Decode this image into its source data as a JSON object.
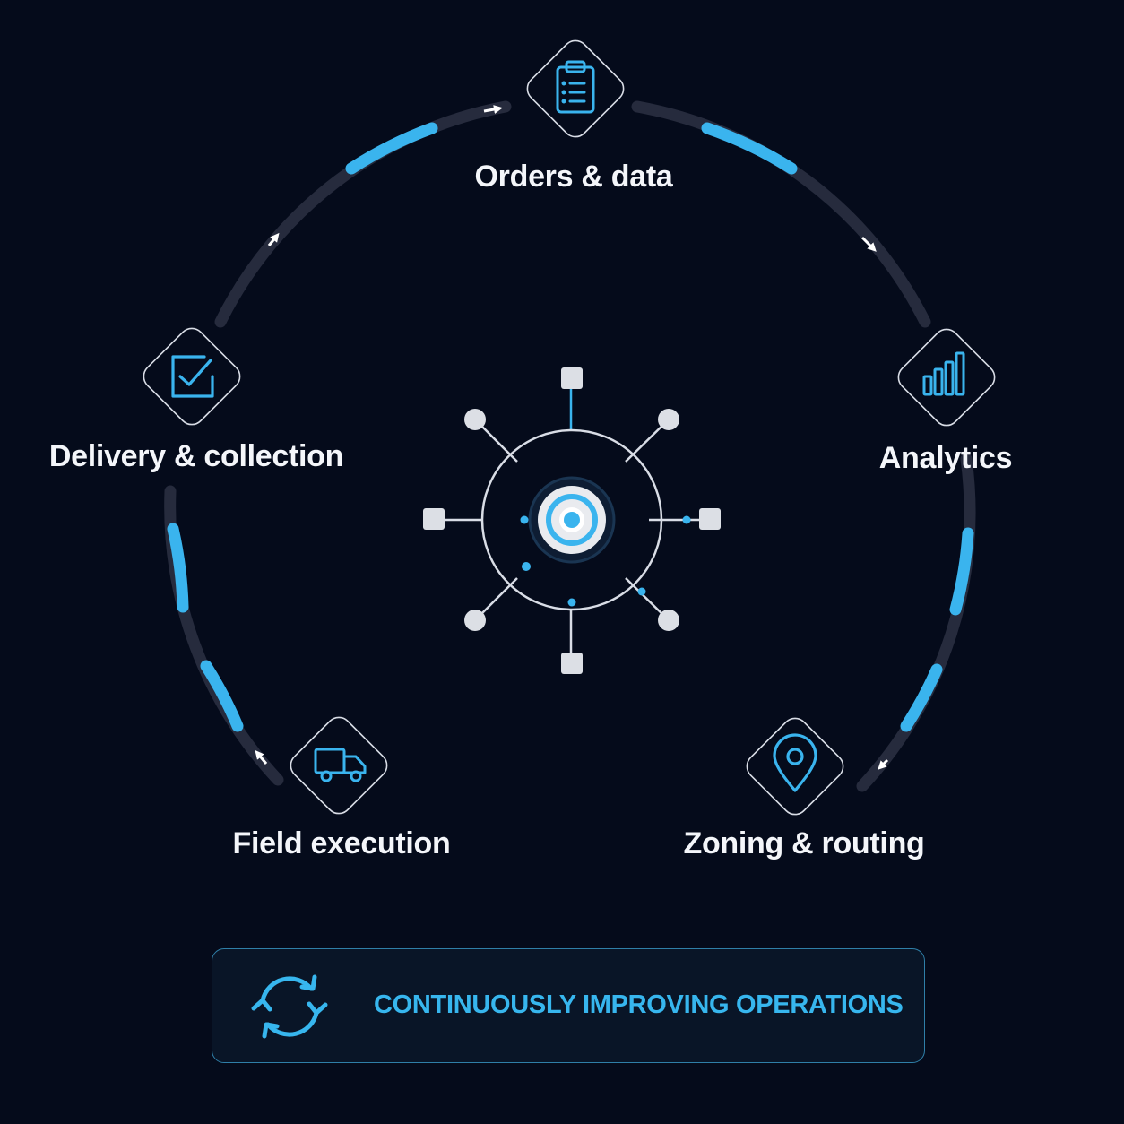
{
  "stages": [
    {
      "id": "orders",
      "label": "Orders & data",
      "icon": "clipboard-icon"
    },
    {
      "id": "analytics",
      "label": "Analytics",
      "icon": "bar-chart-icon"
    },
    {
      "id": "zoning",
      "label": "Zoning & routing",
      "icon": "map-pin-icon"
    },
    {
      "id": "field",
      "label": "Field execution",
      "icon": "truck-icon"
    },
    {
      "id": "delivery",
      "label": "Delivery & collection",
      "icon": "checkbox-icon"
    }
  ],
  "hub": {
    "icon": "target-icon"
  },
  "banner": {
    "text": "CONTINUOUSLY IMPROVING OPERATIONS",
    "icon": "refresh-cycle-icon"
  },
  "colors": {
    "background": "#050b1b",
    "accent": "#3ab4ee",
    "track": "#262b3d",
    "text": "#f4f6fa"
  }
}
